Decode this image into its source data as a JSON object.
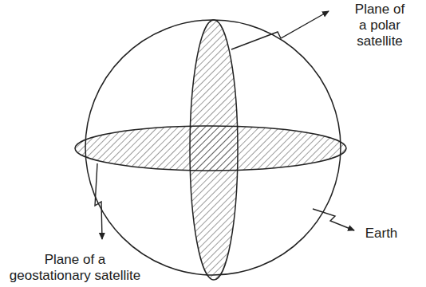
{
  "diagram": {
    "labels": [
      "Plane of a polar satellite",
      "Plane of a geostationary satellite",
      "Earth"
    ]
  }
}
